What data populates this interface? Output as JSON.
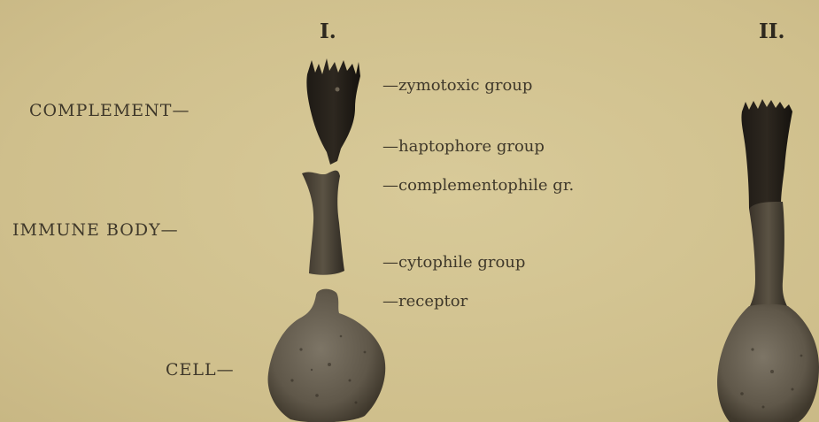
{
  "figure": {
    "headings": {
      "first": "I.",
      "second": "II."
    },
    "left_labels": {
      "complement": "COMPLEMENT—",
      "immune_body": "IMMUNE BODY—",
      "cell": "CELL—"
    },
    "right_labels": {
      "zymotoxic": "—zymotoxic group",
      "haptophore": "—haptophore group",
      "complementophile": "—complementophile gr.",
      "cytophile": "—cytophile group",
      "receptor": "—receptor"
    }
  }
}
